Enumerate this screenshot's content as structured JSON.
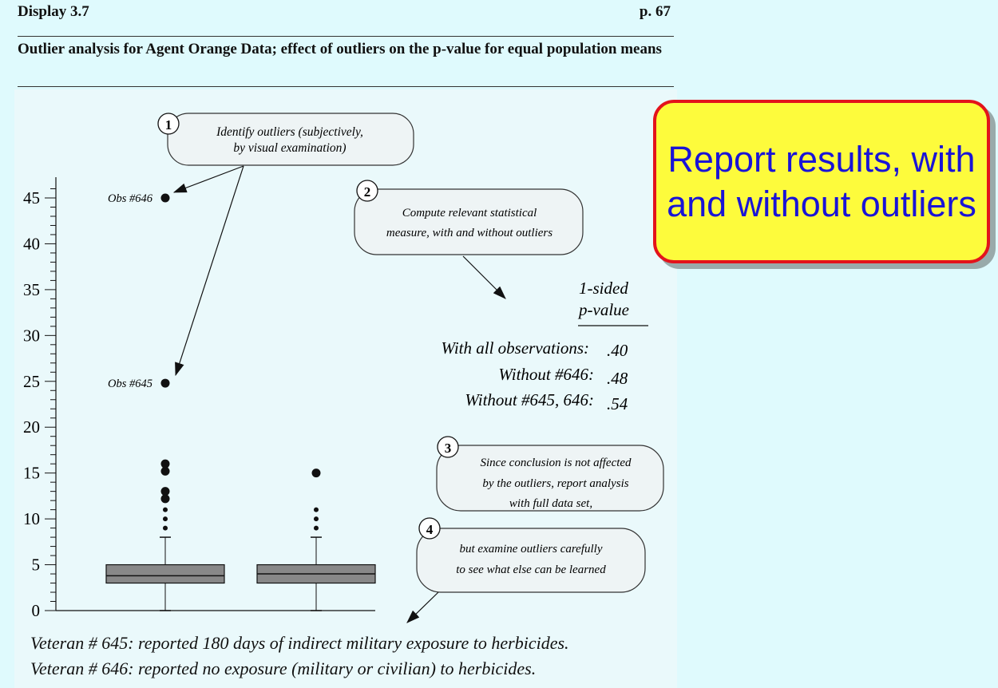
{
  "header": {
    "display": "Display 3.7",
    "page": "p. 67"
  },
  "subtitle": "Outlier analysis for Agent Orange Data; effect of outliers on the p-value for equal population means",
  "callout": "Report results, with and without outliers",
  "steps": [
    {
      "num": "1",
      "lines": [
        "Identify outliers (subjectively,",
        "by visual examination)"
      ]
    },
    {
      "num": "2",
      "lines": [
        "Compute relevant statistical",
        "measure, with and without outliers"
      ]
    },
    {
      "num": "3",
      "lines": [
        "Since conclusion is not affected",
        "by the outliers, report analysis",
        "with full data set,"
      ]
    },
    {
      "num": "4",
      "lines": [
        "but examine outliers carefully",
        "to see what else can be learned"
      ]
    }
  ],
  "pvalue_table": {
    "heading": [
      "1-sided",
      "p-value"
    ],
    "rows": [
      {
        "label": "With all observations:",
        "value": ".40"
      },
      {
        "label": "Without #646:",
        "value": ".48"
      },
      {
        "label": "Without #645, 646:",
        "value": ".54"
      }
    ]
  },
  "footnotes": [
    "Veteran # 645: reported 180 days of indirect military exposure to herbicides.",
    "Veteran # 646: reported no exposure (military or civilian) to herbicides."
  ],
  "chart_data": {
    "type": "boxplot",
    "ylim": [
      0,
      45
    ],
    "yticks": [
      0,
      5,
      10,
      15,
      20,
      25,
      30,
      35,
      40,
      45
    ],
    "groups": [
      {
        "q1": 3.0,
        "median": 3.8,
        "q3": 5.0,
        "whisker_low": 0,
        "whisker_high": 8,
        "outliers": [
          {
            "y": 9,
            "size": "small"
          },
          {
            "y": 10,
            "size": "small"
          },
          {
            "y": 11,
            "size": "small"
          },
          {
            "y": 12.2,
            "size": "large"
          },
          {
            "y": 13,
            "size": "large"
          },
          {
            "y": 15.2,
            "size": "large"
          },
          {
            "y": 16,
            "size": "large"
          },
          {
            "y": 24.8,
            "size": "large",
            "label": "Obs #645"
          },
          {
            "y": 45,
            "size": "large",
            "label": "Obs #646"
          }
        ]
      },
      {
        "q1": 3.0,
        "median": 4.0,
        "q3": 5.0,
        "whisker_low": 0,
        "whisker_high": 8,
        "outliers": [
          {
            "y": 9,
            "size": "small"
          },
          {
            "y": 10,
            "size": "small"
          },
          {
            "y": 11,
            "size": "small"
          },
          {
            "y": 15,
            "size": "large"
          }
        ]
      }
    ]
  },
  "colors": {
    "box_fill": "#888888",
    "callout_bg": "#fdfb3c",
    "callout_border": "#e3131b",
    "callout_text": "#1a14d6",
    "bg": "#dffafd"
  }
}
